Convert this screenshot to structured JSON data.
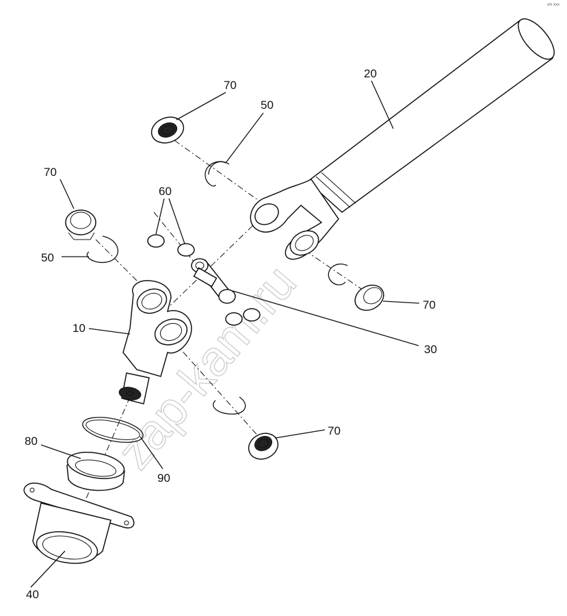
{
  "diagram": {
    "watermark": "zap-kam.ru",
    "corner_mark": "s/n xxx",
    "callouts": {
      "c20": "20",
      "c70_top": "70",
      "c50_top": "50",
      "c70_left": "70",
      "c60": "60",
      "c50_left": "50",
      "c70_right": "70",
      "c10": "10",
      "c30": "30",
      "c70_lower": "70",
      "c80": "80",
      "c90": "90",
      "c40": "40"
    }
  }
}
